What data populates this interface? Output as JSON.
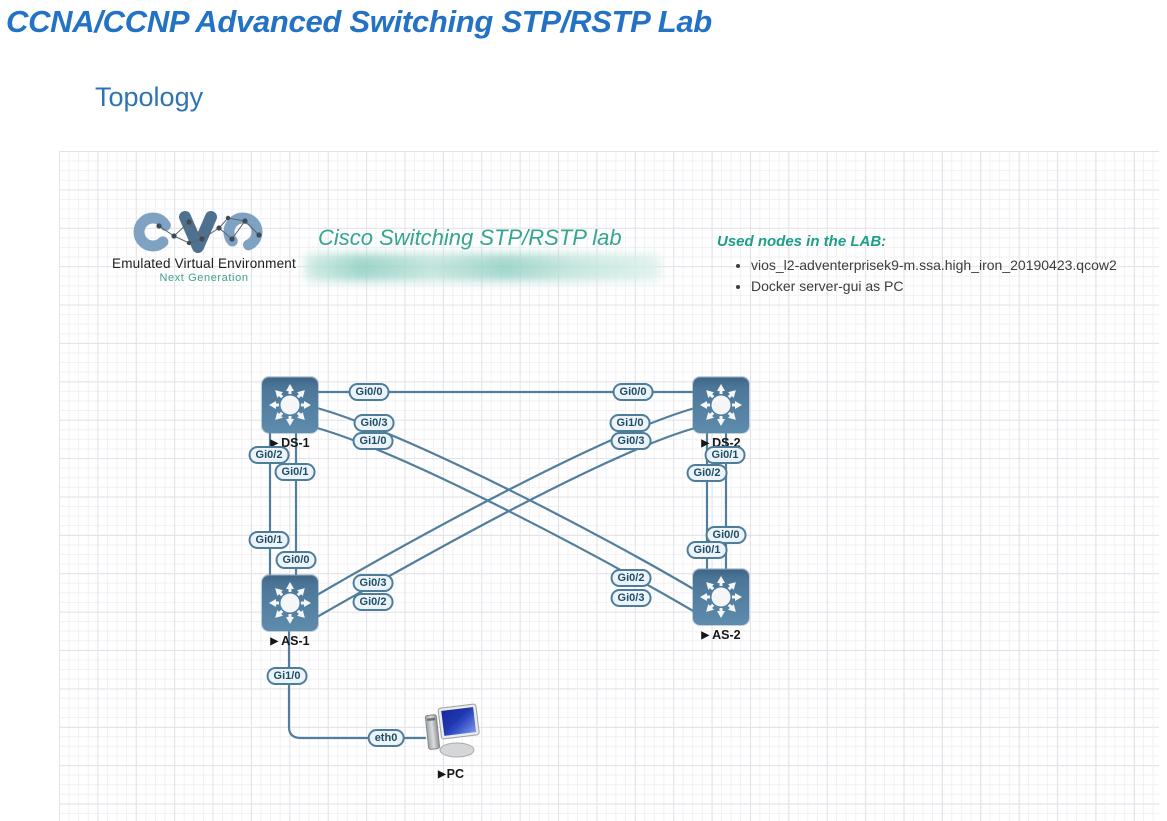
{
  "page": {
    "title": "CCNA/CCNP Advanced Switching STP/RSTP Lab",
    "section_heading": "Topology"
  },
  "colors": {
    "title_blue": "#2472C4",
    "heading_blue": "#2E74B5",
    "lab_title_teal": "#35A492",
    "used_nodes_teal": "#1D9E88",
    "link_steel": "#517E9C",
    "pill_fill": "#EDF4F9",
    "pill_border": "#4E7D9C",
    "pill_text": "#1E4D67",
    "switch_blue": "#4C7698"
  },
  "logo": {
    "word": "eve",
    "line1": "Emulated Virtual Environment",
    "line2": "Next Generation"
  },
  "diagram": {
    "lab_title": "Cisco Switching STP/RSTP lab",
    "used_nodes": {
      "heading": "Used nodes in the LAB:",
      "items": [
        "vios_l2-adventerprisek9-m.ssa.high_iron_20190423.qcow2",
        "Docker server-gui as PC"
      ]
    },
    "marker": "▶",
    "nodes": [
      {
        "id": "ds1",
        "label": "DS-1",
        "type": "switch"
      },
      {
        "id": "ds2",
        "label": "DS-2",
        "type": "switch"
      },
      {
        "id": "as1",
        "label": "AS-1",
        "type": "switch"
      },
      {
        "id": "as2",
        "label": "AS-2",
        "type": "switch"
      },
      {
        "id": "pc",
        "label": "PC",
        "type": "pc"
      }
    ],
    "links": [
      {
        "from": "DS-1",
        "from_if": "Gi0/0",
        "to": "DS-2",
        "to_if": "Gi0/0"
      },
      {
        "from": "DS-1",
        "from_if": "Gi0/2",
        "to": "AS-1",
        "to_if": "Gi0/1"
      },
      {
        "from": "DS-1",
        "from_if": "Gi0/1",
        "to": "AS-1",
        "to_if": "Gi0/0"
      },
      {
        "from": "DS-1",
        "from_if": "Gi0/3",
        "to": "AS-2",
        "to_if": "Gi0/2"
      },
      {
        "from": "DS-1",
        "from_if": "Gi1/0",
        "to": "AS-2",
        "to_if": "Gi0/3"
      },
      {
        "from": "DS-2",
        "from_if": "Gi1/0",
        "to": "AS-1",
        "to_if": "Gi0/3"
      },
      {
        "from": "DS-2",
        "from_if": "Gi0/3",
        "to": "AS-1",
        "to_if": "Gi0/2"
      },
      {
        "from": "DS-2",
        "from_if": "Gi0/2",
        "to": "AS-2",
        "to_if": "Gi0/1"
      },
      {
        "from": "DS-2",
        "from_if": "Gi0/1",
        "to": "AS-2",
        "to_if": "Gi0/0"
      },
      {
        "from": "AS-1",
        "from_if": "Gi1/0",
        "to": "PC",
        "to_if": "eth0"
      }
    ],
    "iflabels": [
      {
        "node": "DS-1",
        "if": "Gi0/0"
      },
      {
        "node": "DS-2",
        "if": "Gi0/0"
      },
      {
        "node": "DS-1",
        "if": "Gi0/3"
      },
      {
        "node": "DS-1",
        "if": "Gi1/0"
      },
      {
        "node": "DS-2",
        "if": "Gi1/0"
      },
      {
        "node": "DS-2",
        "if": "Gi0/3"
      },
      {
        "node": "DS-1",
        "if": "Gi0/2"
      },
      {
        "node": "DS-1",
        "if": "Gi0/1"
      },
      {
        "node": "AS-1",
        "if": "Gi0/1"
      },
      {
        "node": "AS-1",
        "if": "Gi0/0"
      },
      {
        "node": "DS-2",
        "if": "Gi0/1"
      },
      {
        "node": "DS-2",
        "if": "Gi0/2"
      },
      {
        "node": "AS-2",
        "if": "Gi0/0"
      },
      {
        "node": "AS-2",
        "if": "Gi0/1"
      },
      {
        "node": "AS-1",
        "if": "Gi0/3"
      },
      {
        "node": "AS-1",
        "if": "Gi0/2"
      },
      {
        "node": "AS-2",
        "if": "Gi0/2"
      },
      {
        "node": "AS-2",
        "if": "Gi0/3"
      },
      {
        "node": "AS-1",
        "if": "Gi1/0"
      },
      {
        "node": "PC",
        "if": "eth0"
      }
    ]
  }
}
